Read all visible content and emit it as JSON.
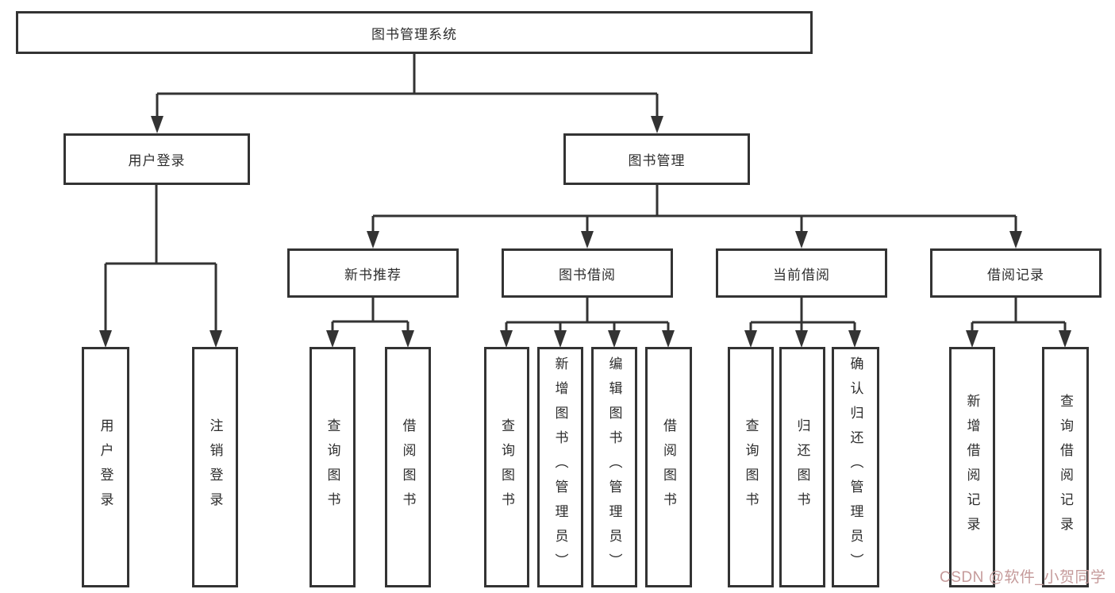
{
  "diagram": {
    "background": "#ffffff",
    "line_color": "#333333",
    "box_border_color": "#333333",
    "box_fill": "#ffffff",
    "text_color": "#2d2d2d",
    "tree": {
      "id": "root",
      "label": "图书管理系统",
      "children": [
        {
          "id": "user-login",
          "label": "用户登录",
          "children": [
            {
              "id": "login",
              "label": "用户登录"
            },
            {
              "id": "logout",
              "label": "注销登录"
            }
          ]
        },
        {
          "id": "book-management",
          "label": "图书管理",
          "children": [
            {
              "id": "new-book-recommend",
              "label": "新书推荐",
              "children": [
                {
                  "id": "nb-query",
                  "label": "查询图书"
                },
                {
                  "id": "nb-borrow",
                  "label": "借阅图书"
                }
              ]
            },
            {
              "id": "book-borrow",
              "label": "图书借阅",
              "children": [
                {
                  "id": "bb-query",
                  "label": "查询图书"
                },
                {
                  "id": "bb-add",
                  "label": "新增图书（管理员）"
                },
                {
                  "id": "bb-edit",
                  "label": "编辑图书（管理员）"
                },
                {
                  "id": "bb-borrow",
                  "label": "借阅图书"
                }
              ]
            },
            {
              "id": "current-borrow",
              "label": "当前借阅",
              "children": [
                {
                  "id": "cb-query",
                  "label": "查询图书"
                },
                {
                  "id": "cb-return",
                  "label": "归还图书"
                },
                {
                  "id": "cb-confirm",
                  "label": "确认归还（管理员）"
                }
              ]
            },
            {
              "id": "borrow-records",
              "label": "借阅记录",
              "children": [
                {
                  "id": "br-add",
                  "label": "新增借阅记录"
                },
                {
                  "id": "br-query",
                  "label": "查询借阅记录"
                }
              ]
            }
          ]
        }
      ]
    }
  },
  "watermark": {
    "text": "CSDN @软件_小贺同学",
    "color": "#c59a9a"
  }
}
